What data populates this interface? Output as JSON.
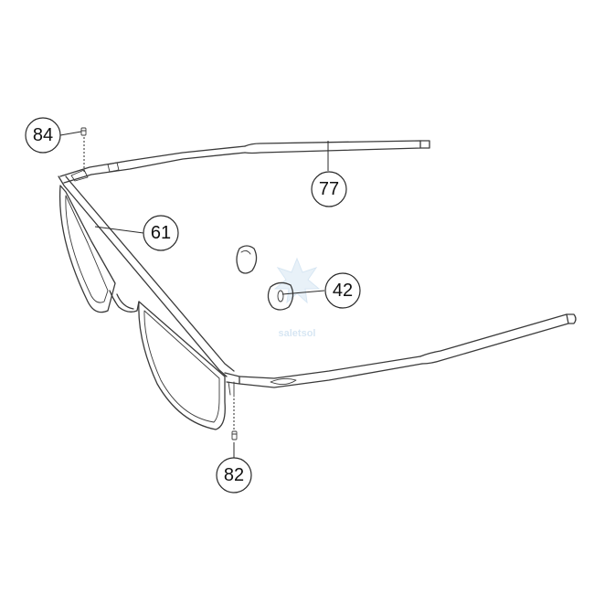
{
  "callouts": [
    {
      "id": "84",
      "label": "84"
    },
    {
      "id": "77",
      "label": "77"
    },
    {
      "id": "61",
      "label": "61"
    },
    {
      "id": "42",
      "label": "42"
    },
    {
      "id": "82",
      "label": "82"
    }
  ],
  "watermark": {
    "text": "saletsol",
    "color": "#b7d3ea"
  },
  "colors": {
    "line": "#3a3a3a",
    "callout": "#2a2a2a"
  }
}
